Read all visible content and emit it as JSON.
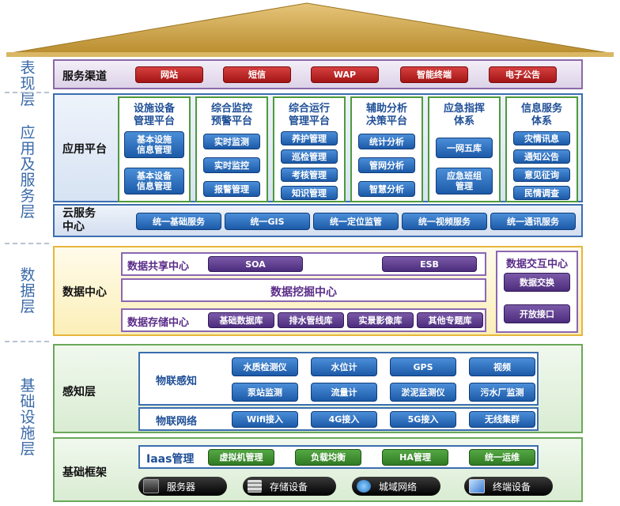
{
  "side_labels": {
    "presentation": "表现层",
    "application": "应用及服务层",
    "data": "数据层",
    "infrastructure": "基础设施层"
  },
  "service_channel": {
    "title": "服务渠道",
    "items": [
      "网站",
      "短信",
      "WAP",
      "智能终端",
      "电子公告"
    ]
  },
  "app_platform": {
    "title": "应用平台",
    "columns": [
      {
        "head": [
          "设施设备",
          "管理平台"
        ],
        "items": [
          "基本设施\n信息管理",
          "基本设备\n信息管理"
        ]
      },
      {
        "head": [
          "综合监控",
          "预警平台"
        ],
        "items": [
          "实时监测",
          "实时监控",
          "报警管理"
        ]
      },
      {
        "head": [
          "综合运行",
          "管理平台"
        ],
        "items": [
          "养护管理",
          "巡检管理",
          "考核管理",
          "知识管理"
        ]
      },
      {
        "head": [
          "辅助分析",
          "决策平台"
        ],
        "items": [
          "统计分析",
          "管网分析",
          "智慧分析"
        ]
      },
      {
        "head": [
          "应急指挥",
          "体系"
        ],
        "items": [
          "一网五库",
          "应急班组\n管理"
        ]
      },
      {
        "head": [
          "信息服务",
          "体系"
        ],
        "items": [
          "灾情讯息",
          "通知公告",
          "意见征询",
          "民情调查"
        ]
      }
    ]
  },
  "cloud_service": {
    "title": [
      "云服务",
      "中心"
    ],
    "items": [
      "统一基础服务",
      "统一GIS",
      "统一定位监管",
      "统一视频服务",
      "统一通讯服务"
    ]
  },
  "data_center": {
    "title": "数据中心",
    "share": {
      "label": "数据共享中心",
      "items": [
        "SOA",
        "ESB"
      ]
    },
    "mining": "数据挖掘中心",
    "storage": {
      "label": "数据存储中心",
      "items": [
        "基础数据库",
        "排水管线库",
        "实景影像库",
        "其他专题库"
      ]
    },
    "exchange": {
      "label": "数据交互中心",
      "items": [
        "数据交换",
        "开放接口"
      ]
    }
  },
  "perception": {
    "title": "感知层",
    "iot_sense": {
      "label": "物联感知",
      "row1": [
        "水质检测仪",
        "水位计",
        "GPS",
        "视频"
      ],
      "row2": [
        "泵站监测",
        "流量计",
        "淤泥监测仪",
        "污水厂监测"
      ]
    },
    "iot_net": {
      "label": "物联网络",
      "items": [
        "Wifi接入",
        "4G接入",
        "5G接入",
        "无线集群"
      ]
    }
  },
  "infra": {
    "title": "基础框架",
    "iaas": {
      "label": "Iaas管理",
      "items": [
        "虚拟机管理",
        "负载均衡",
        "HA管理",
        "统一运维"
      ]
    },
    "devices": [
      {
        "label": "服务器",
        "icon": "server-icon"
      },
      {
        "label": "存储设备",
        "icon": "storage-icon"
      },
      {
        "label": "城域网络",
        "icon": "network-icon"
      },
      {
        "label": "终端设备",
        "icon": "terminal-icon"
      }
    ]
  },
  "colors": {
    "roof": "#c8a040",
    "red": "#b52020",
    "blue": "#2a6ab8",
    "purple": "#5e3a8e",
    "green": "#3f8a30"
  }
}
